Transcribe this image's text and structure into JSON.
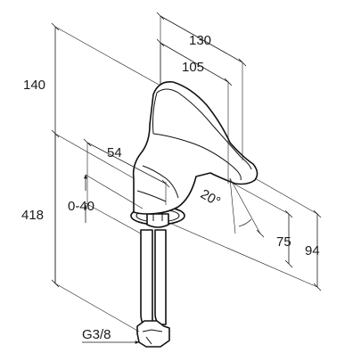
{
  "dimensions": {
    "overall_depth": "130",
    "spout_reach": "105",
    "lever_height": "140",
    "spout_offset": "54",
    "total_height": "418",
    "deck_thickness": "0-40",
    "angle": "20°",
    "spout_outlet_height": "75",
    "spout_top_height": "94",
    "connection_thread": "G3/8"
  },
  "colors": {
    "ink": "#1a1a1a",
    "background": "#ffffff"
  }
}
